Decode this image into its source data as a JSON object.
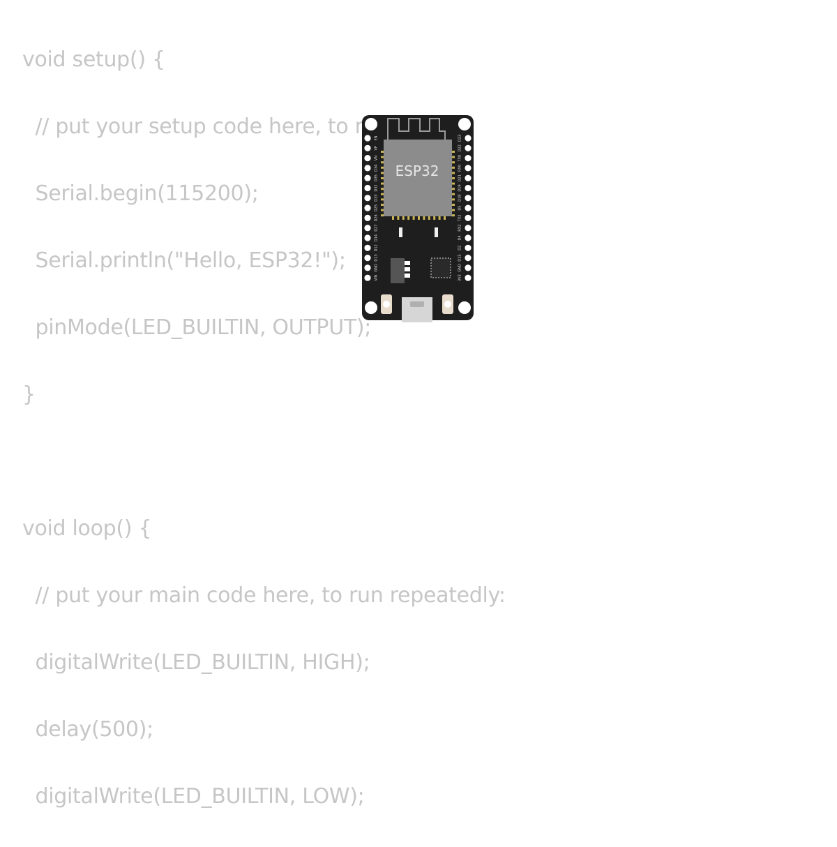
{
  "code": {
    "lines": [
      "void setup() {",
      "  // put your setup code here, to run once:",
      "  Serial.begin(115200);",
      "  Serial.println(\"Hello, ESP32!\");",
      "  pinMode(LED_BUILTIN, OUTPUT);",
      "}",
      "",
      "void loop() {",
      "  // put your main code here, to run repeatedly:",
      "  digitalWrite(LED_BUILTIN, HIGH);",
      "  delay(500);",
      "  digitalWrite(LED_BUILTIN, LOW);"
    ]
  },
  "board": {
    "chip_label": "ESP32",
    "pins_left": [
      "EN",
      "VP",
      "VN",
      "D34",
      "D35",
      "D32",
      "D33",
      "D25",
      "D26",
      "D27",
      "D14",
      "D12",
      "D13",
      "GND",
      "VIN"
    ],
    "pins_right": [
      "D23",
      "D22",
      "TX0",
      "RX0",
      "D21",
      "D19",
      "D18",
      "D5",
      "TX2",
      "RX2",
      "D4",
      "D2",
      "D15",
      "GND",
      "3V3"
    ],
    "colors": {
      "pcb": "#1e1e1e",
      "chip": "#8c8c8c",
      "pad": "#c9b458",
      "hole": "#ffffff",
      "code_text": "#c6c6c6"
    }
  }
}
